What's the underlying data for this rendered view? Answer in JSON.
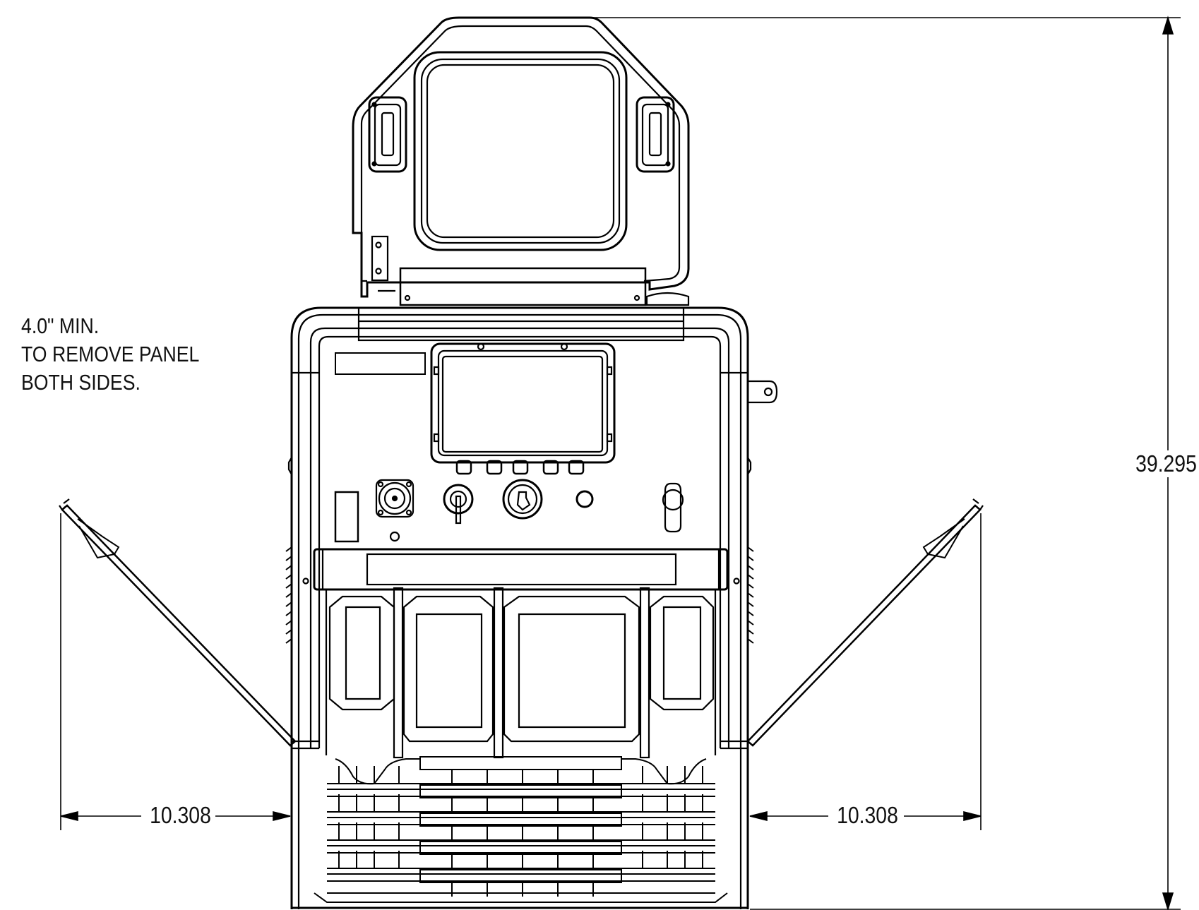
{
  "note": {
    "line1": "4.0\" MIN.",
    "line2": "TO REMOVE PANEL",
    "line3": "BOTH SIDES."
  },
  "dimensions": {
    "height": "39.295",
    "left_clearance": "10.308",
    "right_clearance": "10.308"
  },
  "colors": {
    "line": "#000000",
    "background": "#ffffff"
  }
}
